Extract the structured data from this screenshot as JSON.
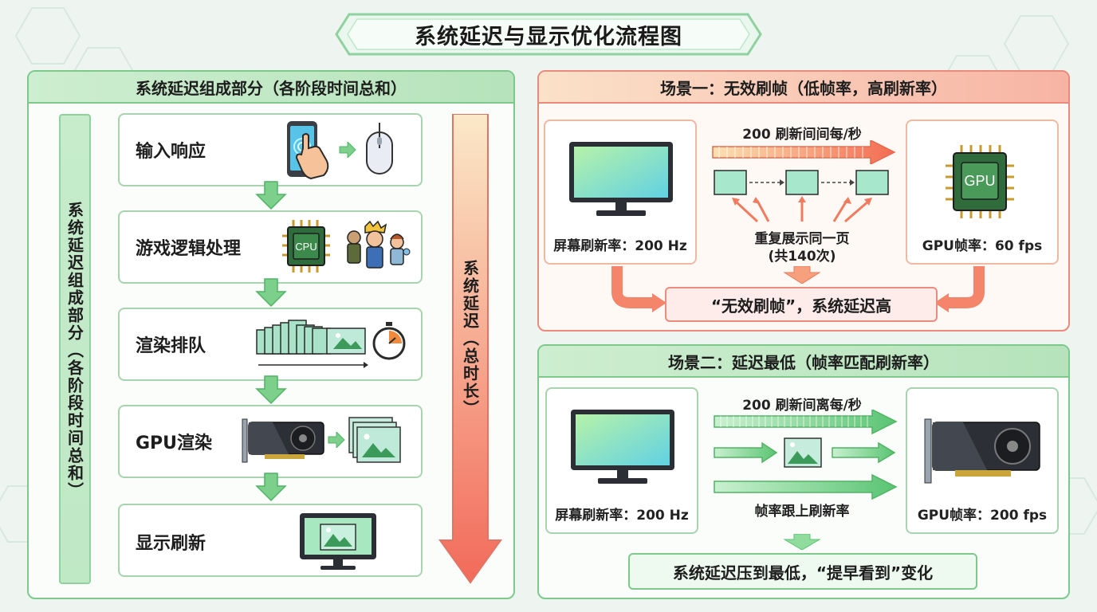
{
  "title": "系统延迟与显示优化流程图",
  "left_panel": {
    "header": "系统延迟组成部分（各阶段时间总和）",
    "side_label": "系统延迟组成部分（各阶段时间总和）",
    "total_label": "系统延迟（总时长）",
    "steps": [
      {
        "label": "输入响应",
        "icons": [
          "phone-touch-icon",
          "mouse-icon"
        ]
      },
      {
        "label": "游戏逻辑处理",
        "icons": [
          "cpu-icon",
          "game-characters-icon"
        ]
      },
      {
        "label": "渲染排队",
        "icons": [
          "frame-queue-icon",
          "stopwatch-icon"
        ]
      },
      {
        "label": "GPU渲染",
        "icons": [
          "graphics-card-icon",
          "frames-icon"
        ]
      },
      {
        "label": "显示刷新",
        "icons": [
          "monitor-picture-icon"
        ]
      }
    ]
  },
  "scene1": {
    "header": "场景一：无效刷帧（低帧率，高刷新率）",
    "monitor_label": "屏幕刷新率：200 Hz",
    "rate_label": "200 刷新间间每/秒",
    "repeat_label_1": "重复展示同一页",
    "repeat_label_2": "(共140次)",
    "gpu_chip_text": "GPU",
    "gpu_label": "GPU帧率：60 fps",
    "result": "“无效刷帧”，系统延迟高"
  },
  "scene2": {
    "header": "场景二：延迟最低（帧率匹配刷新率）",
    "monitor_label": "屏幕刷新率：200 Hz",
    "rate_label": "200 刷新间离每/秒",
    "match_label": "帧率跟上刷新率",
    "gpu_label": "GPU帧率：200 fps",
    "result": "系统延迟压到最低，“提早看到”变化"
  },
  "colors": {
    "green_border": "#7cc98a",
    "green_head": "#c8ecc9",
    "red_border": "#e98a7a",
    "red_head": "#f9c6b5",
    "orange_card_border": "#f0b9a2",
    "arrow_green": "#6ccb7e",
    "arrow_red": "#f07b5e"
  }
}
